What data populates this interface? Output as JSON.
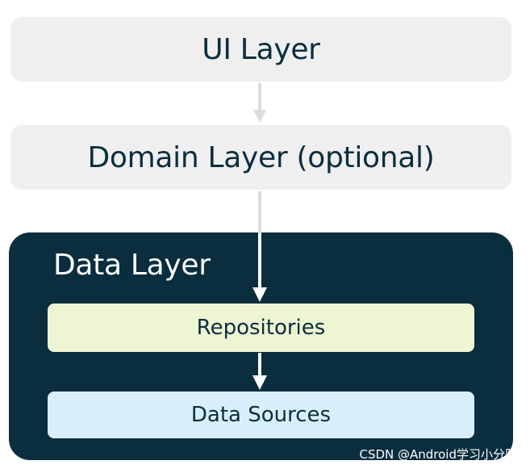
{
  "layers": {
    "ui": "UI Layer",
    "domain": "Domain Layer (optional)",
    "data": {
      "title": "Data Layer",
      "repositories": "Repositories",
      "data_sources": "Data Sources"
    }
  },
  "watermark": "CSDN @Android学习小分队",
  "colors": {
    "light_box": "#efefef",
    "dark_container": "#0b2e3f",
    "repositories_fill": "#eef5d2",
    "data_sources_fill": "#d9eefb",
    "arrow_light": "#dcdcdc",
    "arrow_white": "#ffffff"
  }
}
